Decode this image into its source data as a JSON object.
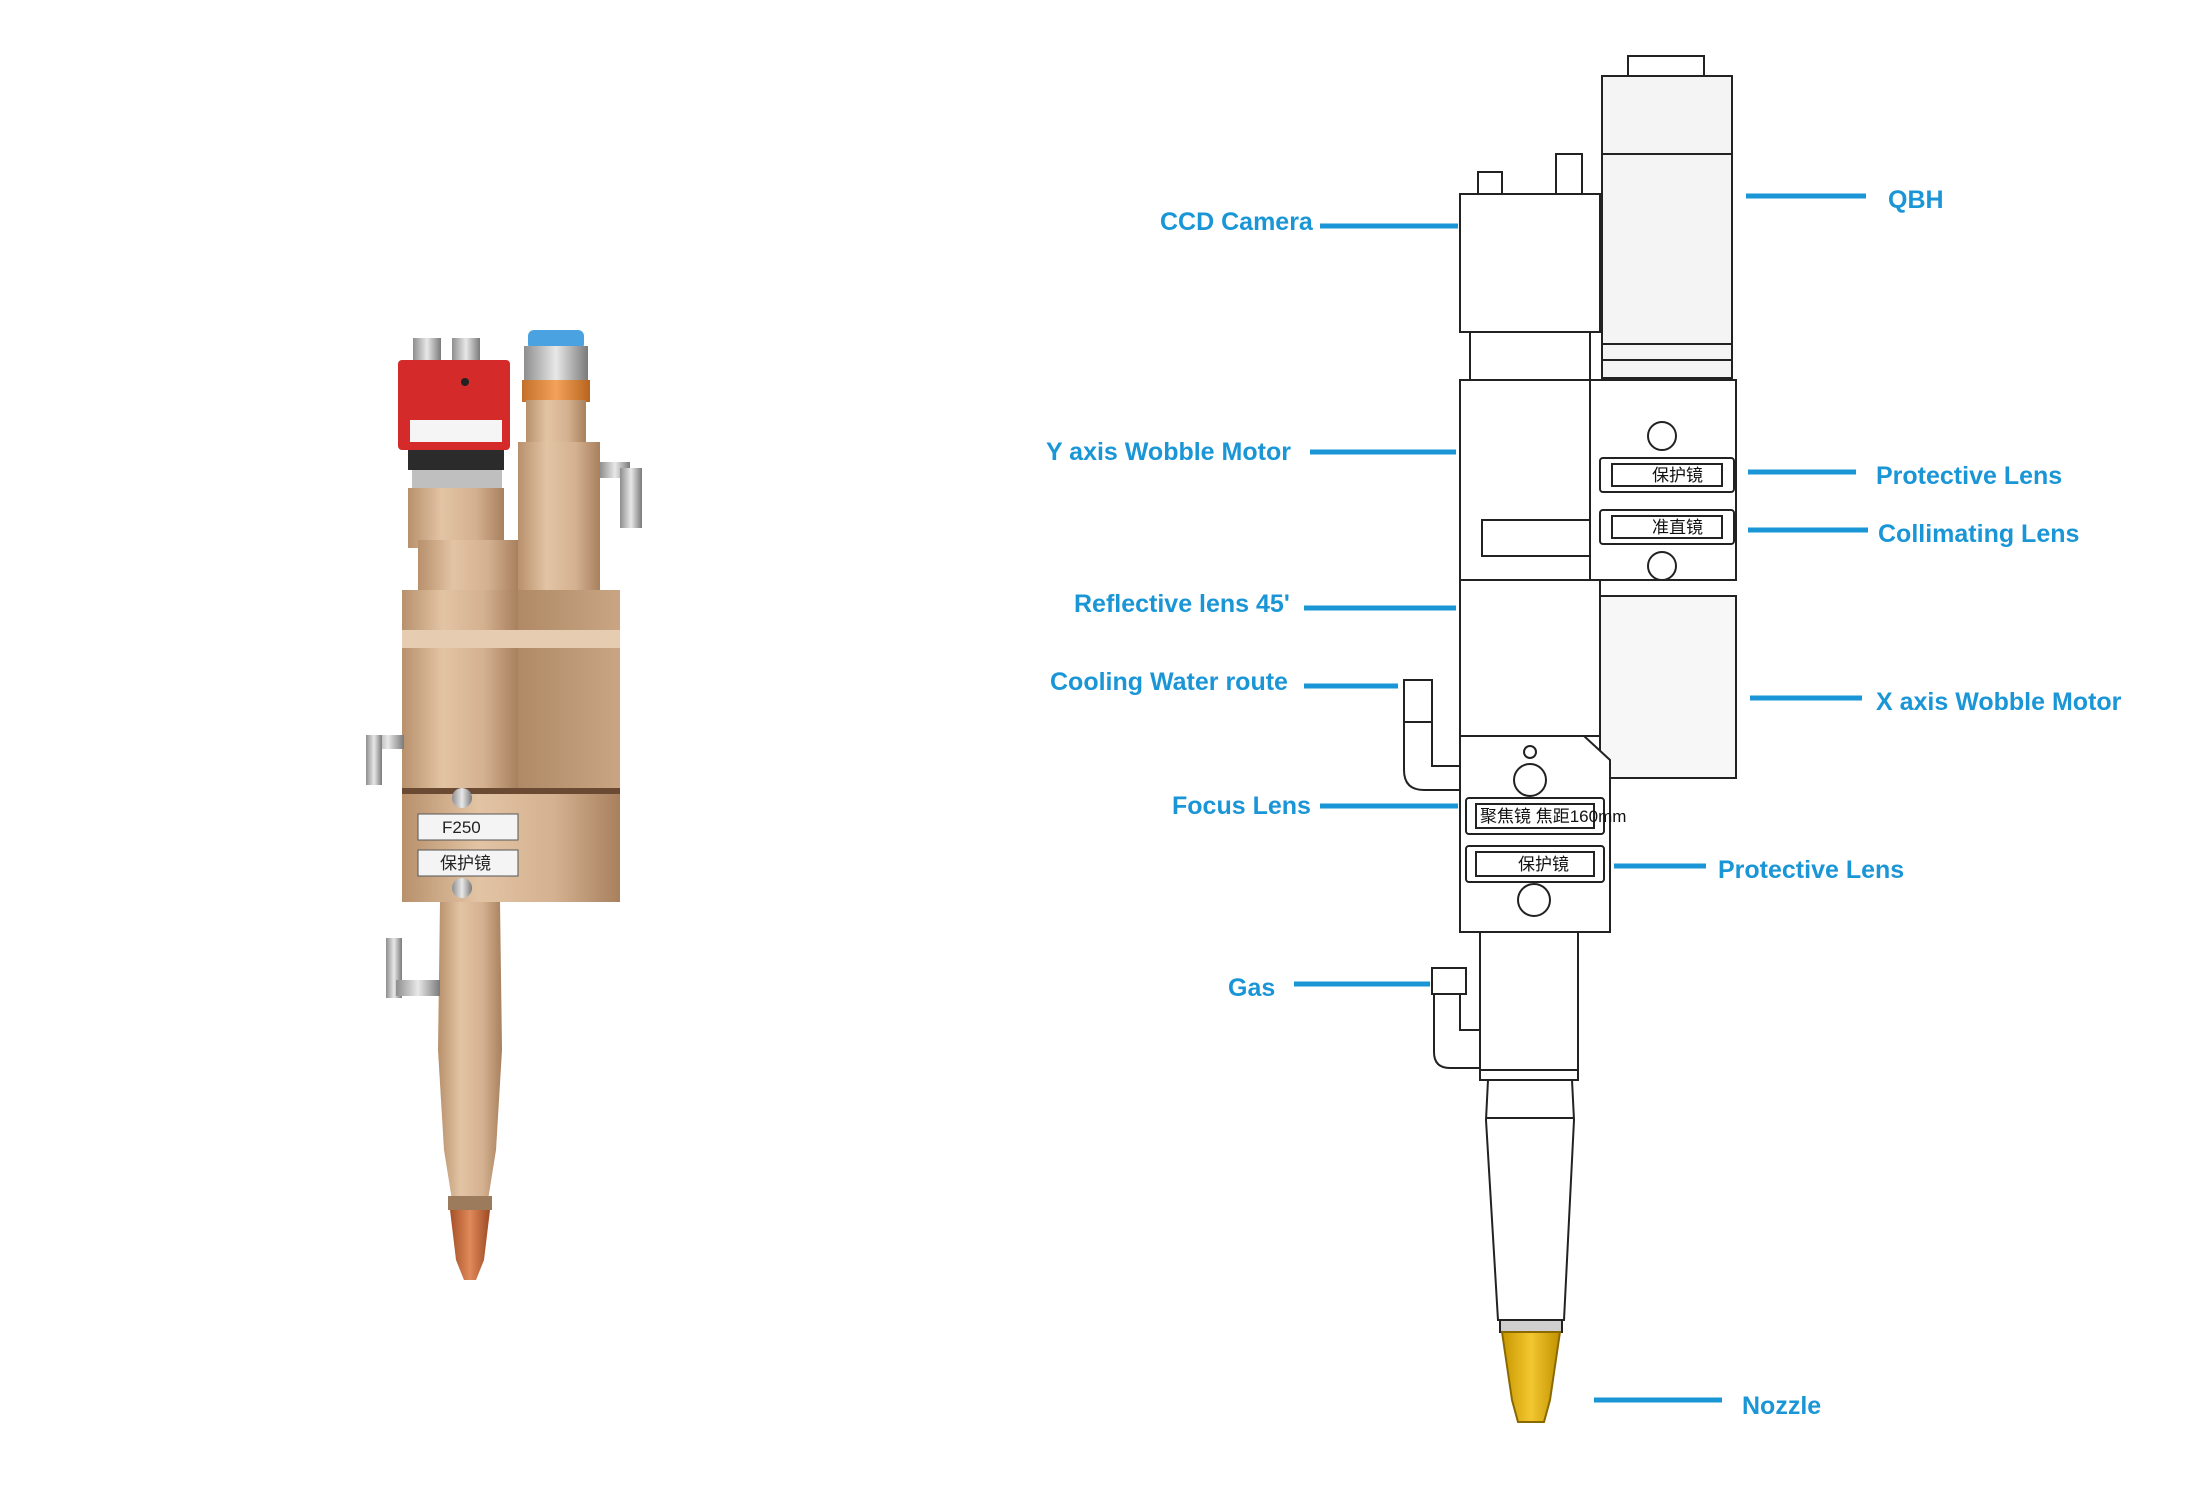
{
  "colors": {
    "label": "#1a96d6",
    "leader": "#1a96d6",
    "body_gold": "#d4b190",
    "camera_red": "#d52a2a",
    "nozzle_copper": "#c8683a",
    "nozzle_yellow": "#e6b400",
    "drawing_line": "#222222"
  },
  "photo": {
    "plate_focus": "F250",
    "plate_protective": "保护镜"
  },
  "drawing": {
    "plate_protective_top": "保护镜",
    "plate_collimating": "准直镜",
    "plate_focus": "聚焦镜 焦距160mm",
    "plate_protective_bottom": "保护镜"
  },
  "labels": {
    "ccd_camera": "CCD Camera",
    "qbh": "QBH",
    "y_axis_wobble_motor": "Y axis Wobble Motor",
    "protective_lens_top": "Protective Lens",
    "collimating_lens": "Collimating Lens",
    "reflective_lens": "Reflective lens 45'",
    "cooling_water_route": "Cooling Water route",
    "x_axis_wobble_motor": "X axis Wobble Motor",
    "focus_lens": "Focus Lens",
    "protective_lens_bottom": "Protective Lens",
    "gas": "Gas",
    "nozzle": "Nozzle"
  }
}
